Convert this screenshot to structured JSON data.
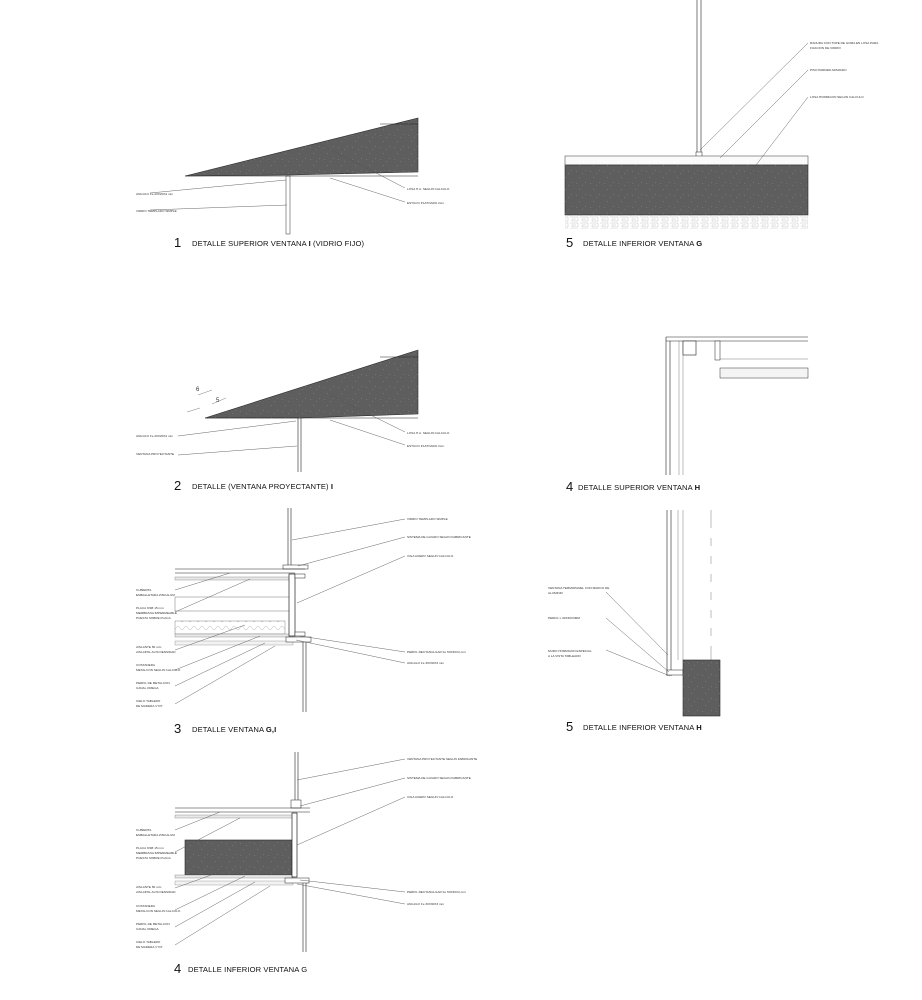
{
  "details": [
    {
      "id": "d1",
      "number": "1",
      "caption_pre": "DETALLE SUPERIOR VENTANA ",
      "caption_bold": "I",
      "caption_post": " (VIDRIO FIJO)",
      "notes_left": [
        "ANGULO Fe 20X20X4 mm",
        "VIDRIO TEMPLADO SIMPLE"
      ],
      "notes_right": [
        "LOSA H.A. SEGUN CALCULO",
        "ESTUCO PLATOADO 2cm"
      ]
    },
    {
      "id": "d5g",
      "number": "5",
      "caption_pre": "DETALLE INFERIOR VENTANA ",
      "caption_bold": "G",
      "caption_post": "",
      "notes_right": [
        "RANURA CON TOPE DE GOMA EN LOSA PARA",
        "FIJACION DE VIDRIO",
        "PISO PARDER APARADO",
        "LOSA HORMIGON SEGUN CALCULO"
      ]
    },
    {
      "id": "d2",
      "number": "2",
      "caption_pre": "DETALLE  (VENTANA PROYECTANTE) ",
      "caption_bold": "I",
      "caption_post": "",
      "dims": [
        "6",
        "5"
      ],
      "notes_left": [
        "ANGULO Fe 20X20X4 mm",
        "VENTANA PROYECTANTE"
      ],
      "notes_right": [
        "LOSA H.A. SEGUN CALCULO",
        "ESTUCO PLATOADO 2cm."
      ]
    },
    {
      "id": "d4h",
      "number": "4",
      "caption_pre": "DETALLE SUPERIOR VENTANA ",
      "caption_bold": "H",
      "caption_post": ""
    },
    {
      "id": "d3",
      "number": "3",
      "caption_pre": "DETALLE  VENTANA ",
      "caption_bold": "G,I",
      "caption_post": "",
      "notes_left": [
        "CUBIERTA",
        "EMBALLETADA ZINCALUM",
        "PLACA OSB 15 mm",
        "MEMBRANA IMPERMEABLE",
        "PUESTA SOBRE PLACA",
        "AISLANTE 50 mm",
        "AISLAPOL ALTA DENSIDAD",
        "COSTANERA",
        "METALCON SEGUN CALCULO",
        "PERFIL DE METALCON",
        "CANAL OMEGA",
        "CIELO TABLERO",
        "DE MADERA 1\"X3\""
      ],
      "notes_right": [
        "VIDRIO TEMPLADO SIMPLE",
        "SISTEMA DE GUIADO SEGUN FABRICANTE",
        "VIGA ACERO SEGUN CALCULO",
        "PERFIL RECTANGULAR Fe 50X30X2 mm",
        "ANGULO Fe 30X30X3 mm"
      ]
    },
    {
      "id": "d5h",
      "number": "5",
      "caption_pre": "DETALLE INFERIOR VENTANA ",
      "caption_bold": "H",
      "caption_post": "",
      "notes_left": [
        "VENTANA TERMOPANEL CON MARCO DE",
        "ALUMINIO",
        "PERFIL L 30X30X3MM",
        "MURO HORMIGON ESPECIAL",
        "A LA VISTA TABLEADO"
      ]
    },
    {
      "id": "d4g",
      "number": "4",
      "caption_pre": "DETALLE  INFERIOR VENTANA G",
      "caption_bold": "",
      "caption_post": "",
      "notes_left": [
        "CUBIERTA",
        "EMBALLETADA ZINCALUM",
        "PLACA OSB 15 mm",
        "MEMBRANA IMPERMEABLE",
        "PUESTA SOBRE PLACA",
        "AISLANTE 50 mm",
        "AISLAPOL ALTA DENSIDAD",
        "COSTANERA",
        "METALCON SEGUN CALCULO",
        "PERFIL DE METALCON",
        "CANAL OMEGA",
        "CIELO TABLERO",
        "DE MADERA 1\"X3\""
      ],
      "notes_right": [
        "VENTANA PROYECTANTE SEGUN FABRICANTE",
        "SISTEMA DE GUIADO SEGUN FABRICANTE",
        "VIGA ACERO SEGUN CALCULO",
        "PERFIL RECTANGULAR Fe 50X30X2 mm",
        "ANGULO Fe 30X30X3 mm"
      ]
    }
  ],
  "colors": {
    "concrete": "#5e5e5e",
    "line": "#222222",
    "paper": "#ffffff"
  }
}
